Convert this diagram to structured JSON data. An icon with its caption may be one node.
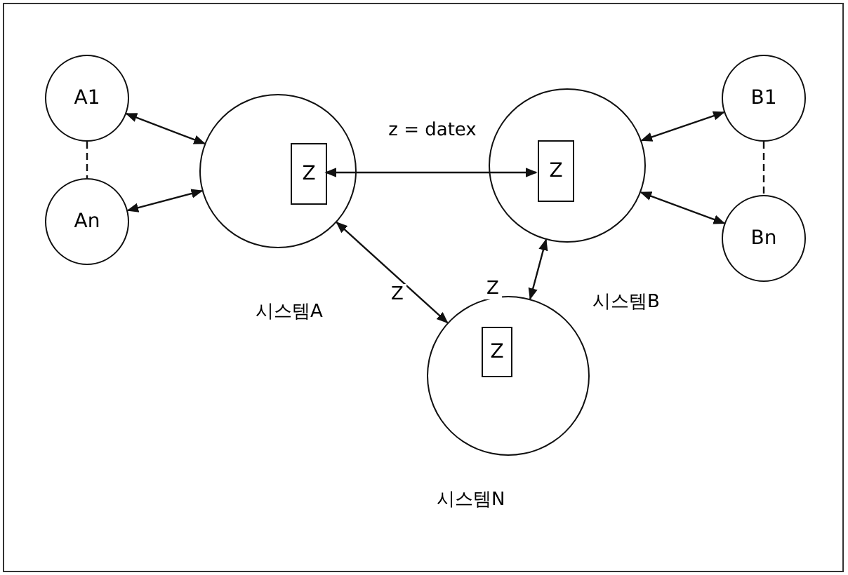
{
  "diagram": {
    "nodes": [
      {
        "text": [
          "A1"
        ]
      },
      {
        "text": [
          "An"
        ]
      },
      {
        "text": [],
        "shape": "circle",
        "beside": [
          "시스템A"
        ]
      },
      {
        "text": [
          "Z"
        ],
        "in": 2
      },
      {
        "text": [],
        "shape": "circle",
        "beside": [
          "시스템B"
        ]
      },
      {
        "text": [
          "Z"
        ],
        "in": 4
      },
      {
        "text": [
          "B1"
        ]
      },
      {
        "text": [
          "Bn"
        ]
      },
      {
        "text": [],
        "shape": "circle",
        "beside": [
          "시스템N"
        ]
      },
      {
        "text": [
          "Z"
        ],
        "in": 8
      }
    ],
    "edges": [
      {
        "from": 0,
        "to": 2,
        "arrow": "both"
      },
      {
        "from": 1,
        "to": 2,
        "arrow": "both"
      },
      {
        "from": 0,
        "to": 1,
        "arrow": "none",
        "style": "dashed"
      },
      {
        "from": 3,
        "to": 5,
        "arrow": "both",
        "label": "z = datex"
      },
      {
        "from": 6,
        "to": 4,
        "arrow": "both"
      },
      {
        "from": 7,
        "to": 4,
        "arrow": "both"
      },
      {
        "from": 6,
        "to": 7,
        "arrow": "none",
        "style": "dashed"
      },
      {
        "from": 2,
        "to": 8,
        "arrow": "both",
        "label": "Z"
      },
      {
        "from": 4,
        "to": 8,
        "arrow": "both",
        "label": "Z"
      }
    ]
  }
}
